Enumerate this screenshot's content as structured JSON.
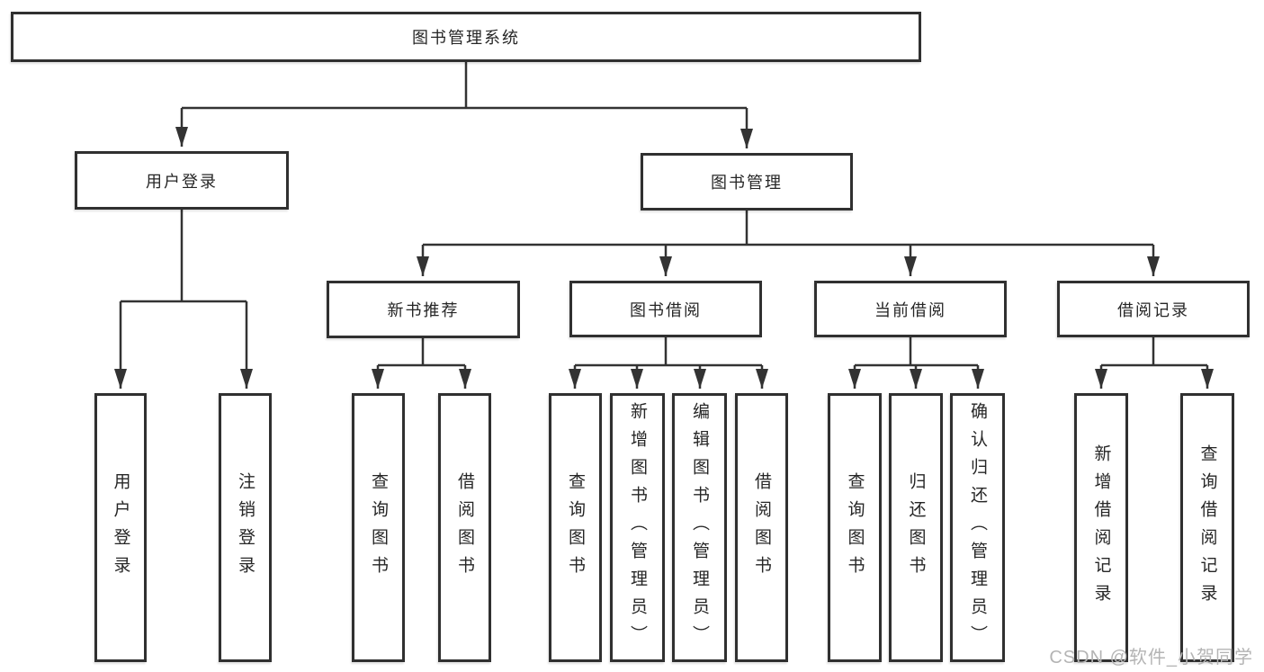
{
  "tree": {
    "label": "图书管理系统",
    "children": [
      {
        "label": "用户登录",
        "children": [
          {
            "label": "用户登录"
          },
          {
            "label": "注销登录"
          }
        ]
      },
      {
        "label": "图书管理",
        "children": [
          {
            "label": "新书推荐",
            "children": [
              {
                "label": "查询图书"
              },
              {
                "label": "借阅图书"
              }
            ]
          },
          {
            "label": "图书借阅",
            "children": [
              {
                "label": "查询图书"
              },
              {
                "label": "新增图书（管理员）"
              },
              {
                "label": "编辑图书（管理员）"
              },
              {
                "label": "借阅图书"
              }
            ]
          },
          {
            "label": "当前借阅",
            "children": [
              {
                "label": "查询图书"
              },
              {
                "label": "归还图书"
              },
              {
                "label": "确认归还（管理员）"
              }
            ]
          },
          {
            "label": "借阅记录",
            "children": [
              {
                "label": "新增借阅记录"
              },
              {
                "label": "查询借阅记录"
              }
            ]
          }
        ]
      }
    ]
  },
  "watermark": {
    "text": "CSDN @软件_小贺同学"
  },
  "colors": {
    "line": "#333333",
    "box_border": "#303030",
    "box_fill": "#ffffff",
    "text": "#262626",
    "watermark": "#b4b4b4"
  }
}
